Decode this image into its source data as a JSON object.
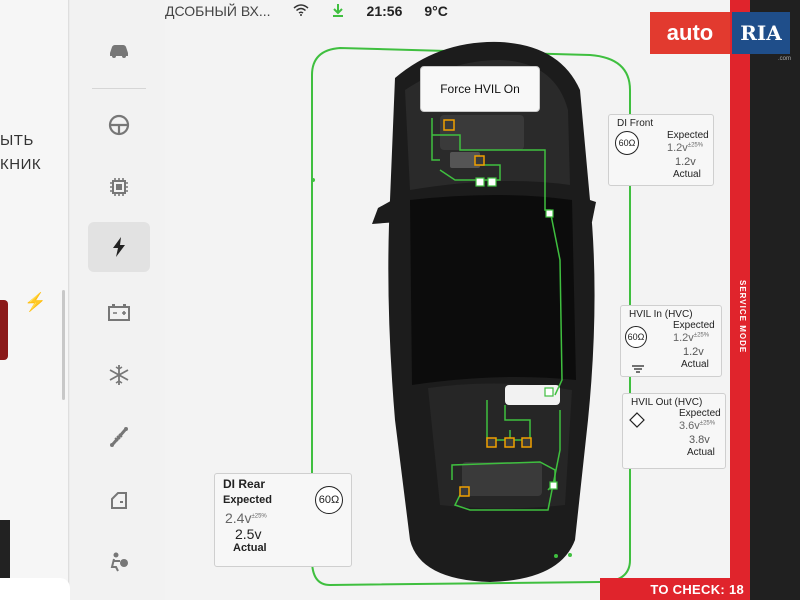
{
  "status_bar": {
    "location": "ДСОБНЫЙ ВХ...",
    "time": "21:56",
    "temperature": "9°C"
  },
  "left_panel": {
    "text_line1": "ЫТЬ",
    "text_line2": "КНИК"
  },
  "sidebar": {
    "items": [
      {
        "name": "car",
        "icon": "car-icon"
      },
      {
        "name": "steering",
        "icon": "steering-wheel-icon"
      },
      {
        "name": "chip",
        "icon": "chip-icon"
      },
      {
        "name": "high-voltage",
        "icon": "bolt-icon",
        "active": true
      },
      {
        "name": "battery",
        "icon": "battery-icon"
      },
      {
        "name": "thermal",
        "icon": "snowflake-icon"
      },
      {
        "name": "suspension",
        "icon": "shock-absorber-icon"
      },
      {
        "name": "door",
        "icon": "door-icon"
      },
      {
        "name": "airbag",
        "icon": "airbag-icon"
      }
    ]
  },
  "force_button": {
    "label": "Force HVIL On"
  },
  "di_front": {
    "title": "DI Front",
    "resistance": "60Ω",
    "expected_label": "Expected",
    "expected_value": "1.2v",
    "tolerance": "±25%",
    "actual_value": "1.2v",
    "actual_label": "Actual"
  },
  "hvil_in": {
    "title": "HVIL In (HVC)",
    "resistance": "60Ω",
    "expected_label": "Expected",
    "expected_value": "1.2v",
    "tolerance": "±25%",
    "actual_value": "1.2v",
    "actual_label": "Actual"
  },
  "hvil_out": {
    "title": "HVIL Out (HVC)",
    "expected_label": "Expected",
    "expected_value": "3.6v",
    "tolerance": "±25%",
    "actual_value": "3.8v",
    "actual_label": "Actual"
  },
  "di_rear": {
    "title": "DI Rear",
    "resistance": "60Ω",
    "expected_label": "Expected",
    "expected_value": "2.4v",
    "tolerance": "±25%",
    "actual_value": "2.5v",
    "actual_label": "Actual"
  },
  "service_mode_label": "SERVICE MODE",
  "bottom_banner": "TO CHECK: 18",
  "watermark": {
    "auto": "auto",
    "ria": "RIA",
    "com": ".com"
  },
  "colors": {
    "loop_green": "#3fbf3f",
    "accent_red": "#e0242c",
    "car_body": "#1c1c1c"
  }
}
